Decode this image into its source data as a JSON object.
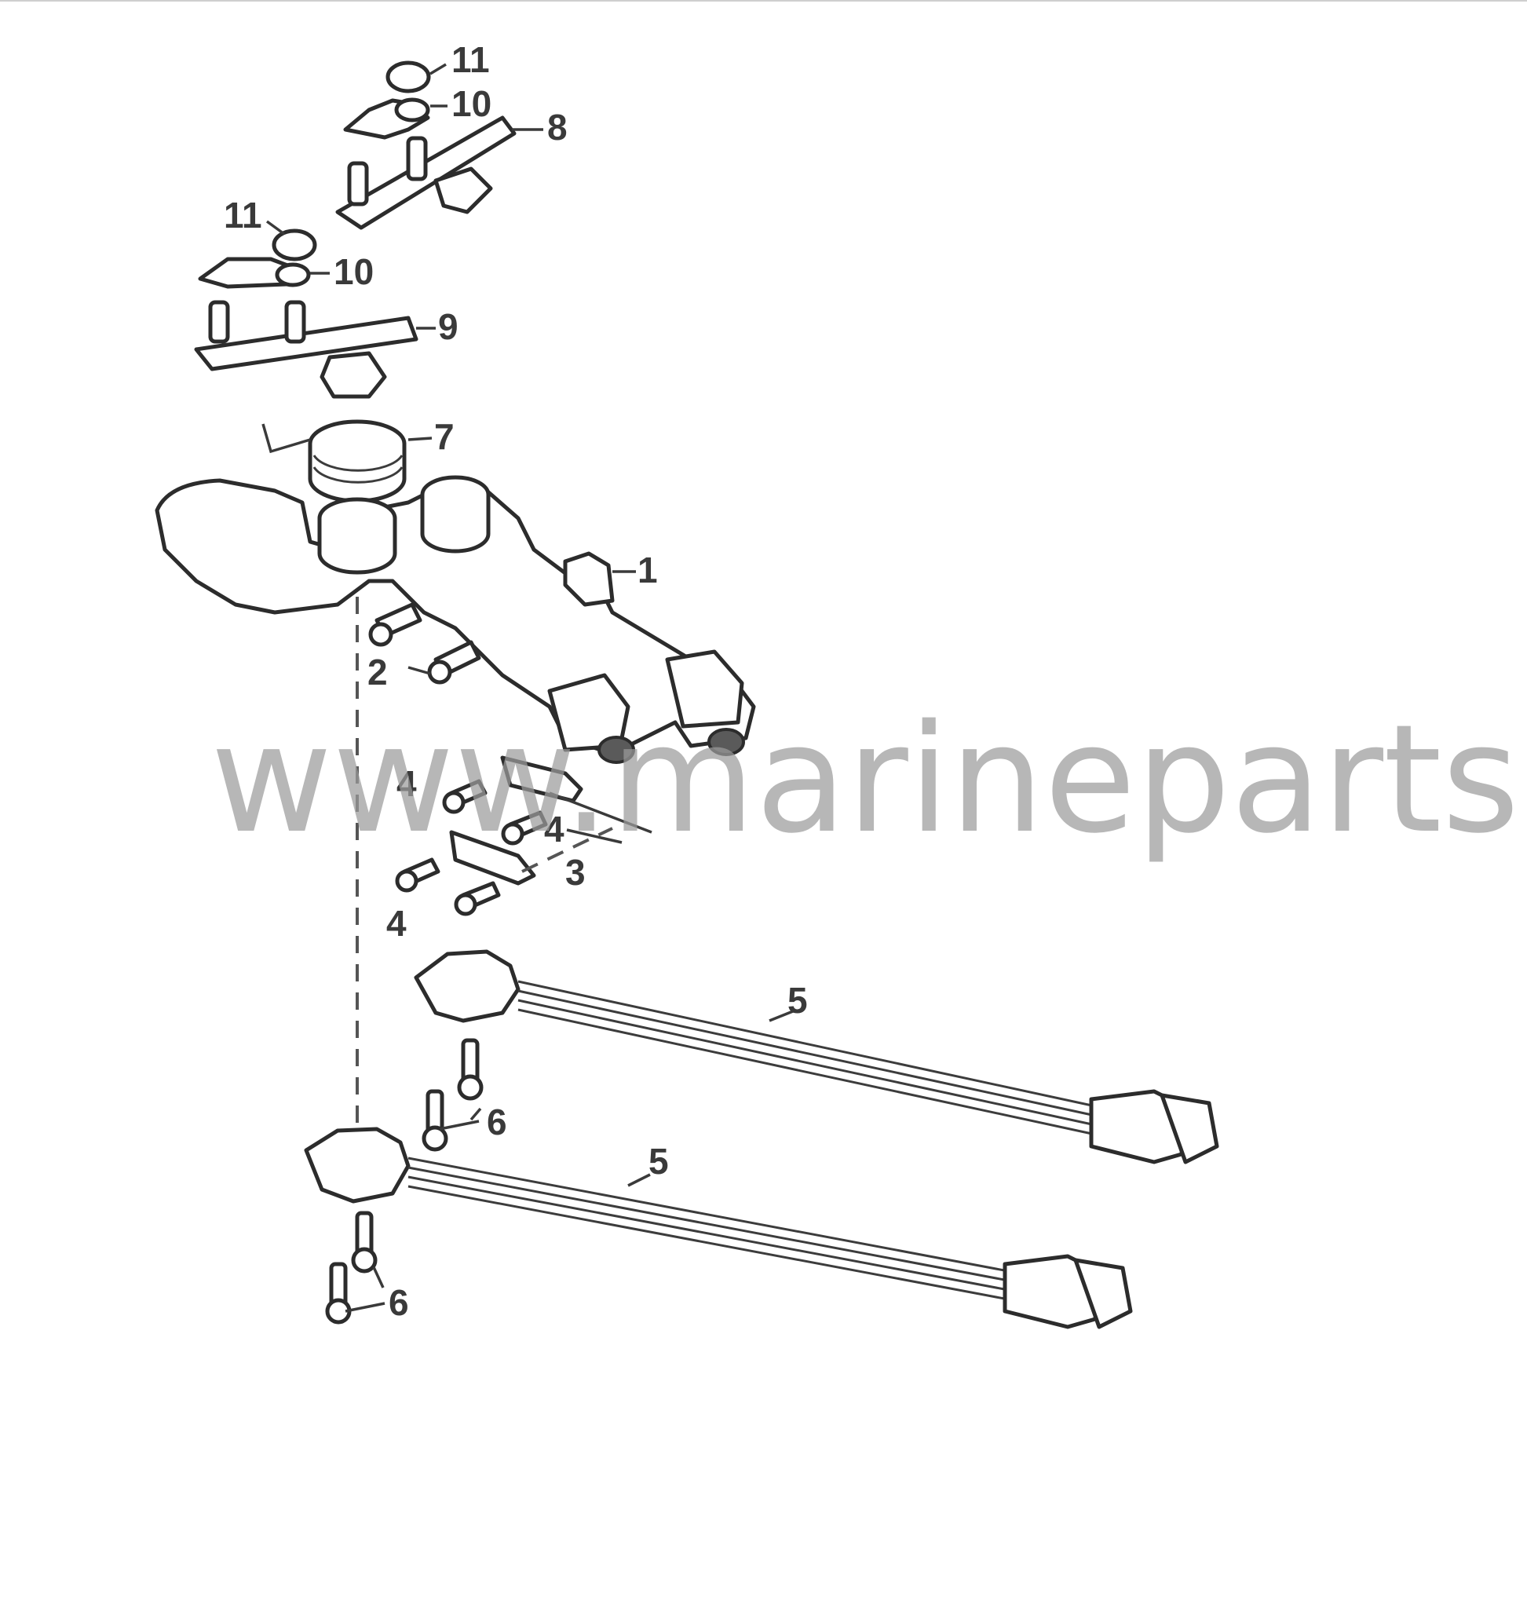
{
  "callouts": [
    {
      "id": "c11a",
      "label": "11"
    },
    {
      "id": "c10a",
      "label": "10"
    },
    {
      "id": "c8",
      "label": "8"
    },
    {
      "id": "c11b",
      "label": "11"
    },
    {
      "id": "c10b",
      "label": "10"
    },
    {
      "id": "c9",
      "label": "9"
    },
    {
      "id": "c7",
      "label": "7"
    },
    {
      "id": "c1",
      "label": "1"
    },
    {
      "id": "c2",
      "label": "2"
    },
    {
      "id": "c4a",
      "label": "4"
    },
    {
      "id": "c4b",
      "label": "4"
    },
    {
      "id": "c3",
      "label": "3"
    },
    {
      "id": "c4c",
      "label": "4"
    },
    {
      "id": "c5a",
      "label": "5"
    },
    {
      "id": "c6a",
      "label": "6"
    },
    {
      "id": "c5b",
      "label": "5"
    },
    {
      "id": "c6b",
      "label": "6"
    }
  ],
  "watermark": "www.marineparts.eu",
  "colors": {
    "line": "#2c2c2c",
    "watermark": "#9c9c9c",
    "background": "#ffffff"
  }
}
